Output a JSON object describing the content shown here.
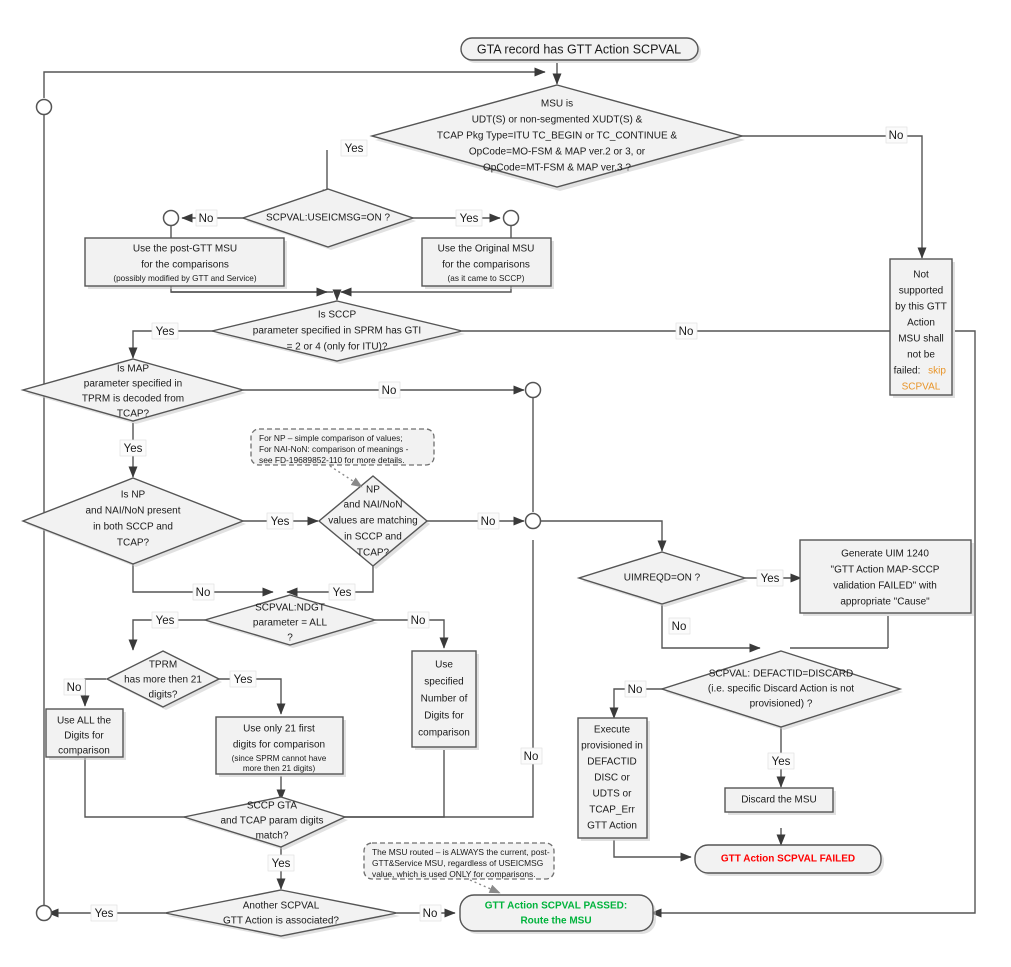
{
  "diagram": {
    "title": "GTT Action SCPVAL decision flow",
    "colors": {
      "shape_fill": "#f2f2f2",
      "stroke": "#555555",
      "pass_green": "#00b33c",
      "fail_red": "#ff0000",
      "skip_orange": "#e8952a"
    }
  },
  "nodes": {
    "start": {
      "label": "GTA record has GTT Action SCPVAL"
    },
    "msu_is": {
      "lines": [
        "MSU is",
        "UDT(S) or non-segmented XUDT(S) &",
        "TCAP Pkg Type=ITU TC_BEGIN or TC_CONTINUE &",
        "OpCode=MO-FSM & MAP ver.2 or 3, or",
        "OpCode=MT-FSM & MAP ver.3 ?"
      ]
    },
    "useicmsg": {
      "lines": [
        "SCPVAL:USEICMSG=ON ?"
      ]
    },
    "post_gtt_msu": {
      "lines": [
        "Use the post-GTT MSU",
        "for the comparisons"
      ],
      "sub": "(possibly modified by GTT and Service)"
    },
    "original_msu": {
      "lines": [
        "Use the Original MSU",
        "for the comparisons"
      ],
      "sub": "(as it came to SCCP)"
    },
    "not_supported": {
      "lines": [
        "Not",
        "supported",
        "by this GTT",
        "Action",
        "MSU shall",
        "not be"
      ],
      "last_black": "failed:",
      "last_orange": "skip",
      "orange_line": "SCPVAL"
    },
    "sccp_gti": {
      "lines": [
        "Is SCCP",
        "parameter specified in SPRM has GTI",
        "= 2 or 4 (only for ITU)?"
      ]
    },
    "map_tcap": {
      "lines": [
        "Is MAP",
        "parameter specified in",
        "TPRM is decoded from",
        "TCAP?"
      ]
    },
    "np_present": {
      "lines": [
        "Is NP",
        "and NAI/NoN present",
        "in both SCCP and",
        "TCAP?"
      ]
    },
    "np_matching": {
      "lines": [
        "NP",
        "and NAI/NoN",
        "values are matching",
        "in SCCP and",
        "TCAP?"
      ]
    },
    "ndgt": {
      "lines": [
        "SCPVAL:NDGT",
        "parameter = ALL",
        "?"
      ]
    },
    "tprm21": {
      "lines": [
        "TPRM",
        "has more then 21",
        "digits?"
      ]
    },
    "use_all_digits": {
      "lines": [
        "Use ALL the",
        "Digits for",
        "comparison"
      ]
    },
    "use_21_digits": {
      "lines": [
        "Use only 21 first",
        "digits for comparison"
      ],
      "sub": [
        "(since SPRM cannot have",
        "more then 21 digits)"
      ]
    },
    "use_specified_digits": {
      "lines": [
        "Use",
        "specified",
        "Number of",
        "Digits for",
        "comparison"
      ]
    },
    "gta_match": {
      "lines": [
        "SCCP GTA",
        "and TCAP param digits",
        "match?"
      ]
    },
    "another_scpval": {
      "lines": [
        "Another SCPVAL",
        "GTT Action is associated?"
      ]
    },
    "passed": {
      "lines": [
        "GTT Action SCPVAL PASSED:",
        "Route the MSU"
      ]
    },
    "uimreqd": {
      "lines": [
        "UIMREQD=ON ?"
      ]
    },
    "generate_uim": {
      "lines": [
        "Generate UIM 1240",
        "\"GTT Action MAP-SCCP",
        "validation FAILED\" with",
        "appropriate \"Cause\""
      ]
    },
    "defactid": {
      "lines": [
        "SCPVAL: DEFACTID=DISCARD",
        "(i.e. specific Discard Action is not",
        "provisioned) ?"
      ]
    },
    "execute_defactid": {
      "lines": [
        "Execute",
        "provisioned in",
        "DEFACTID",
        "DISC or",
        "UDTS  or",
        "TCAP_Err",
        "GTT Action"
      ]
    },
    "discard_msu": {
      "lines": [
        "Discard the MSU"
      ]
    },
    "failed": {
      "lines": [
        "GTT Action SCPVAL FAILED"
      ]
    }
  },
  "notes": {
    "np_note": [
      "For NP – simple comparison of values;",
      "For NAI-NoN: comparison of meanings -",
      "see FD-19689852-110 for more details."
    ],
    "routed_note": [
      "The MSU routed – is ALWAYS the current, post-",
      "GTT&Service MSU, regardless of USEICMSG",
      "value, which is used ONLY for comparisons."
    ]
  },
  "edge_labels": {
    "msu_is_no": "No",
    "msu_is_yes": "Yes",
    "useicmsg_no": "No",
    "useicmsg_yes": "Yes",
    "sccp_gti_yes": "Yes",
    "sccp_gti_no": "No",
    "map_tcap_no": "No",
    "map_tcap_yes": "Yes",
    "np_present_yes": "Yes",
    "np_present_no": "No",
    "np_matching_no": "No",
    "np_matching_yes": "Yes",
    "ndgt_yes": "Yes",
    "ndgt_no": "No",
    "tprm21_no": "No",
    "tprm21_yes": "Yes",
    "gta_match_yes": "Yes",
    "gta_match_no": "No",
    "another_yes": "Yes",
    "another_no": "No",
    "uimreqd_yes": "Yes",
    "uimreqd_no": "No",
    "defactid_no": "No",
    "defactid_yes": "Yes"
  }
}
